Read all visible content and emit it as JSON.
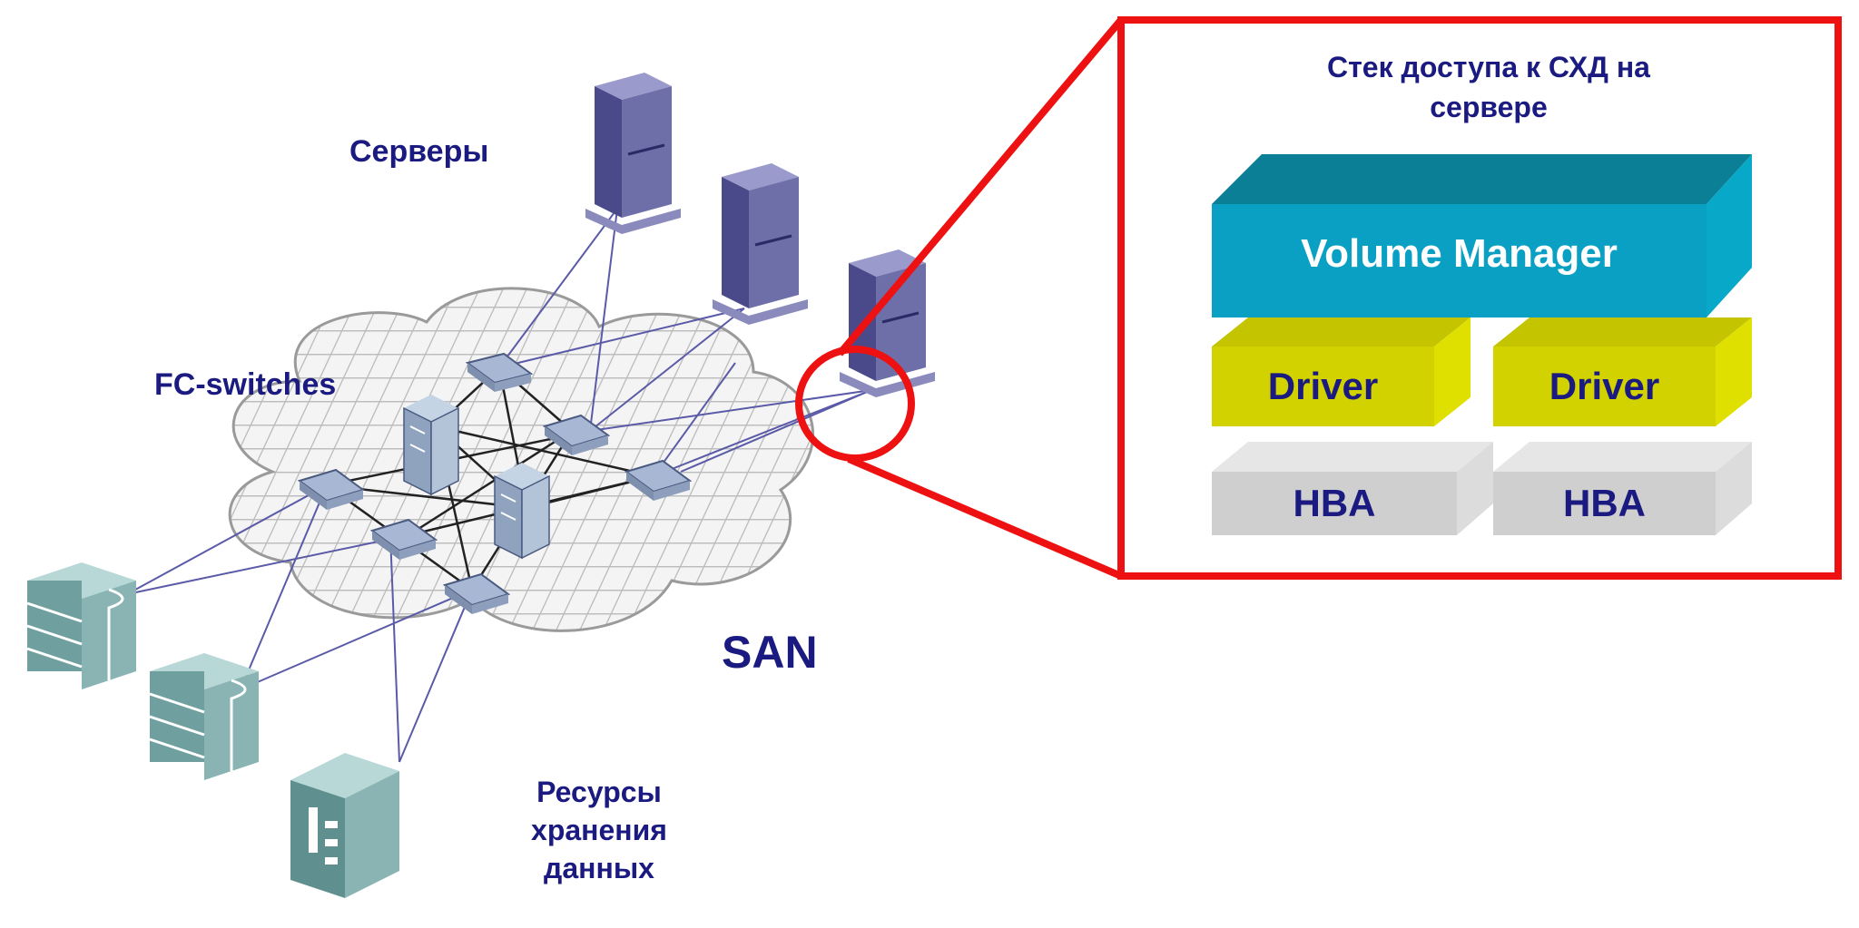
{
  "labels": {
    "servers": "Серверы",
    "fc_switches": "FC-switches",
    "san": "SAN",
    "storage_line1": "Ресурсы",
    "storage_line2": "хранения",
    "storage_line3": "данных"
  },
  "stack": {
    "title_line1": "Стек доступа к СХД на",
    "title_line2": "сервере",
    "volume_manager": "Volume Manager",
    "driver_left": "Driver",
    "driver_right": "Driver",
    "hba_left": "HBA",
    "hba_right": "HBA"
  },
  "colors": {
    "label_text": "#1a1a80",
    "highlight_red": "#ee1111",
    "volume_manager": "#0aa0c4",
    "driver": "#d2d200",
    "hba": "#cfcfcf",
    "server": "#6e6ea8",
    "switch": "#a8b8d4",
    "storage": "#8ab4b4"
  }
}
